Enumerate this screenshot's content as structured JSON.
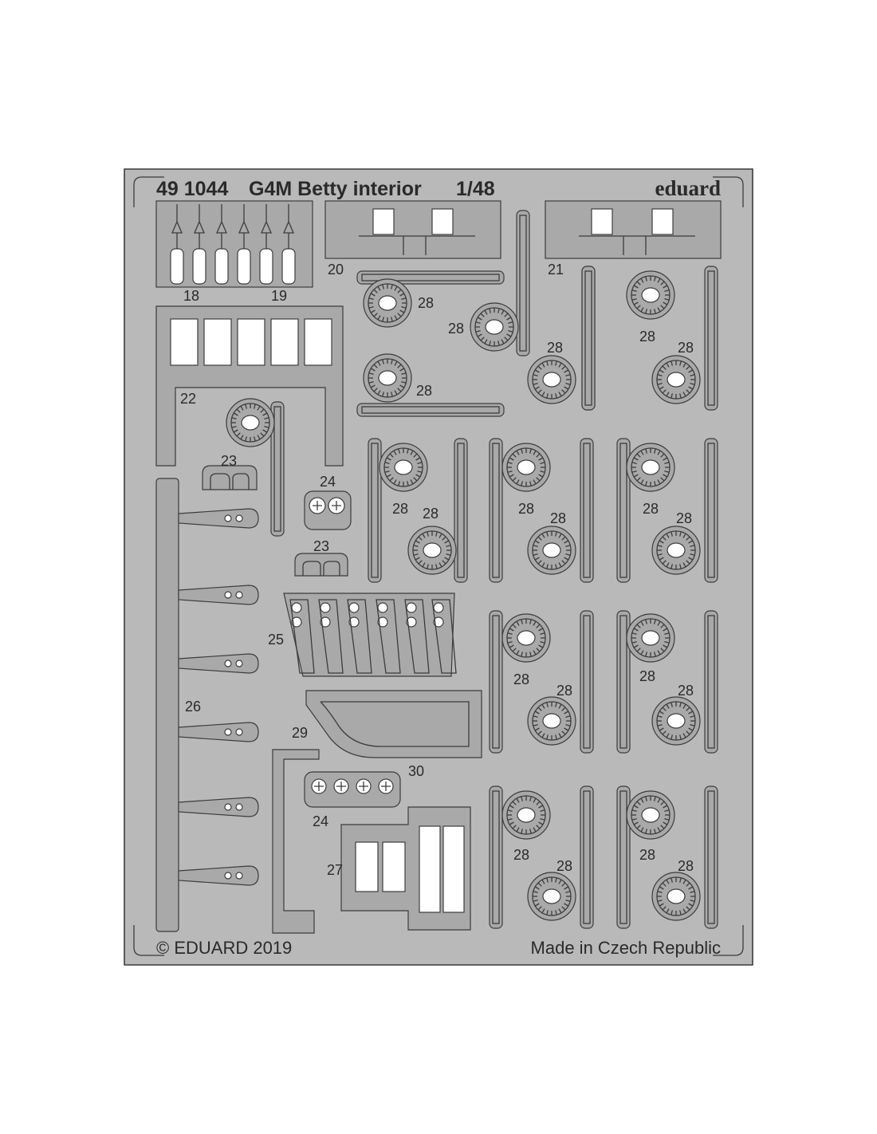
{
  "header": {
    "catalog_number": "49 1044",
    "title": "G4M Betty interior",
    "scale": "1/48",
    "brand": "eduard"
  },
  "footer": {
    "copyright": "© EDUARD 2019",
    "origin": "Made in Czech Republic"
  },
  "part_labels": {
    "p18": "18",
    "p19": "19",
    "p20": "20",
    "p21": "21",
    "p22": "22",
    "p23a": "23",
    "p23b": "23",
    "p24a": "24",
    "p24b": "24",
    "p25": "25",
    "p26": "26",
    "p27": "27",
    "p28": "28",
    "p29": "29",
    "p30": "30"
  },
  "colors": {
    "sheet": "#b9b9b9",
    "outline": "#3c3c3c",
    "background": "#ffffff"
  }
}
